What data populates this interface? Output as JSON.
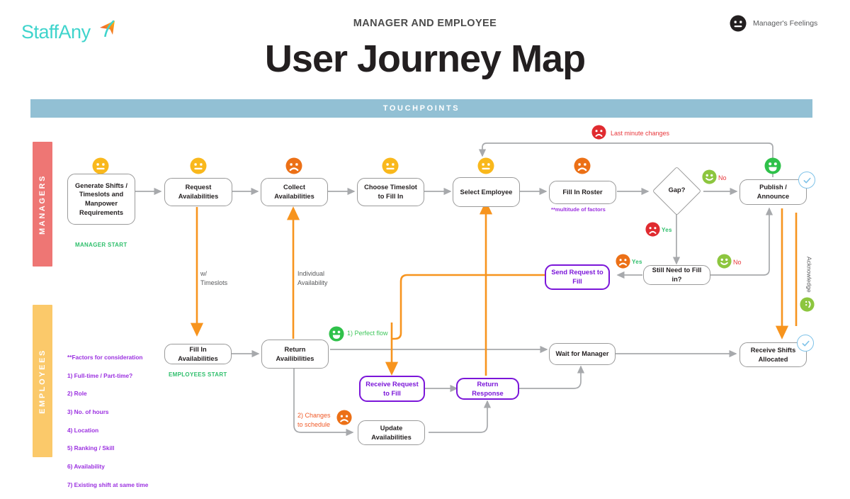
{
  "header": {
    "logo_text": "StaffAny",
    "logo_icon": "arrow-swoosh-icon",
    "eyebrow": "MANAGER AND EMPLOYEE",
    "title": "User Journey Map",
    "legend": {
      "icon": "neutral-face-icon",
      "label": "Manager's Feelings"
    }
  },
  "banner": {
    "label": "TOUCHPOINTS"
  },
  "lanes": [
    {
      "id": "managers",
      "label": "MANAGERS",
      "color": "#ee7674"
    },
    {
      "id": "employees",
      "label": "EMPLOYEES",
      "color": "#fbc96a"
    }
  ],
  "manager_nodes": [
    {
      "id": "generate-shifts",
      "label": "Generate Shifts / Timeslots and Manpower Requirements",
      "mood": "neutral-yellow"
    },
    {
      "id": "request-availabilities",
      "label": "Request Availabilities",
      "mood": "neutral-yellow"
    },
    {
      "id": "collect-availabilities",
      "label": "Collect Availabilities",
      "mood": "sad-orange"
    },
    {
      "id": "choose-timeslot",
      "label": "Choose Timeslot to Fill In",
      "mood": "neutral-yellow"
    },
    {
      "id": "select-employee",
      "label": "Select Employee",
      "mood": "neutral-yellow"
    },
    {
      "id": "fill-in-roster",
      "label": "Fill In Roster",
      "mood": "sad-orange"
    },
    {
      "id": "gap-decision",
      "label": "Gap?",
      "mood": null
    },
    {
      "id": "publish-announce",
      "label": "Publish / Announce",
      "mood": "happy-green"
    },
    {
      "id": "still-need-to-fill",
      "label": "Still Need to Fill in?",
      "mood": null
    },
    {
      "id": "send-request-to-fill",
      "label": "Send Request to Fill",
      "mood": null,
      "style": "purple"
    }
  ],
  "employee_nodes": [
    {
      "id": "fill-in-availabilities",
      "label": "Fill In Availabilities",
      "mood": null
    },
    {
      "id": "return-availabilities",
      "label": "Return Availibilities",
      "mood": null
    },
    {
      "id": "receive-request-to-fill",
      "label": "Receive Request to Fill",
      "style": "purple"
    },
    {
      "id": "return-response",
      "label": "Return Response",
      "style": "purple"
    },
    {
      "id": "update-availabilities",
      "label": "Update Availabilities",
      "mood": null
    },
    {
      "id": "wait-for-manager",
      "label": "Wait for Manager",
      "mood": null
    },
    {
      "id": "receive-shifts-allocated",
      "label": "Receive Shifts Allocated",
      "mood": null
    }
  ],
  "annotations": {
    "manager_start": "MANAGER START",
    "employees_start": "EMPLOYEES START",
    "multitude_of_factors": "**multitude of factors",
    "last_minute_changes": "Last minute changes",
    "with_timeslots": "w/\nTimeslots",
    "individual_availability": "Individual\nAvailability",
    "perfect_flow": "1) Perfect flow",
    "changes_to_schedule": "2) Changes\nto schedule",
    "acknowledge": "Acknowledge",
    "gap_yes": "Yes",
    "gap_no": "No",
    "fill_yes": "Yes",
    "fill_no": "No"
  },
  "factors": {
    "title": "**Factors for consideration",
    "items": [
      "1) Full-time / Part-time?",
      "2) Role",
      "3) No. of hours",
      "4) Location",
      "5) Ranking / Skill",
      "6) Availability",
      "7) Existing shift at same time"
    ]
  },
  "colors": {
    "brand_teal": "#3fd4cc",
    "banner_blue": "#92c0d4",
    "managers_bar": "#ee7674",
    "employees_bar": "#fbc96a",
    "purple": "#7b16d9",
    "orange_flow": "#f7941e",
    "mood_yellow": "#f9b81c",
    "mood_orange": "#ec7016",
    "mood_green": "#8dc63f",
    "mood_green_bright": "#2fc14a",
    "mood_red": "#e02b30",
    "wire_gray": "#a7a9ac"
  }
}
